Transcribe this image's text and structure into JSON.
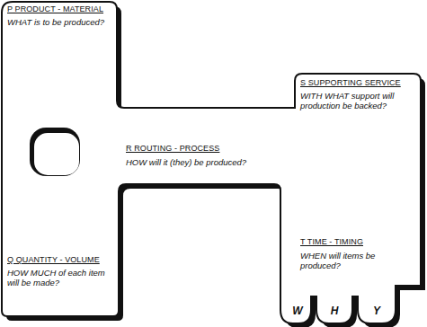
{
  "diagram": {
    "nodes": [
      {
        "text": [
          "P PRODUCT - MATERIAL",
          "WHAT is to be produced?",
          "Q QUANTITY - VOLUME",
          "HOW MUCH of each item will be made?",
          "R ROUTING - PROCESS",
          "HOW will it (they) be produced?",
          "S SUPPORTING SERVICE",
          "WITH WHAT support will production be backed?",
          "T TIME - TIMING",
          "WHEN will items be produced?",
          "W",
          "H",
          "Y"
        ]
      }
    ]
  }
}
